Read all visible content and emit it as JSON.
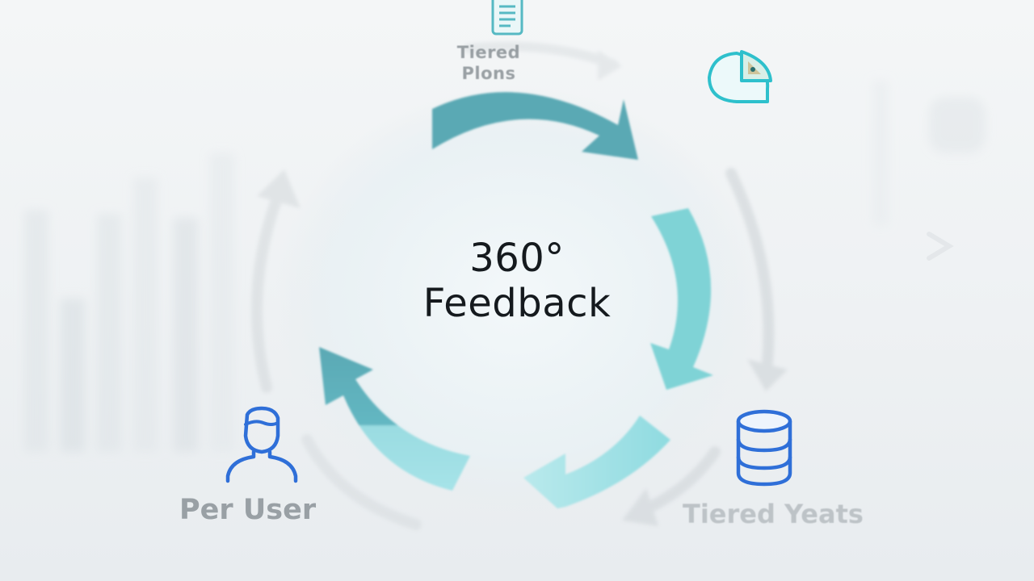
{
  "diagram": {
    "title_line1": "360°",
    "title_line2": "Feedback",
    "labels": {
      "top": "Tiered Plons",
      "bottom_left": "Per User",
      "bottom_right": "Tiered Yeats"
    },
    "icons": {
      "top": "document-icon",
      "top_right": "pie-chart-icon",
      "bottom_left": "user-icon",
      "bottom_right": "database-icon"
    },
    "colors": {
      "teal_dark": "#5aa9b4",
      "teal_light": "#7fd3d6",
      "teal_pale": "#9fdde3",
      "icon_blue": "#2f6fd8",
      "icon_teal": "#2ec0cc",
      "text_dark": "#151a1e",
      "label_gray": "#8c9398"
    }
  }
}
